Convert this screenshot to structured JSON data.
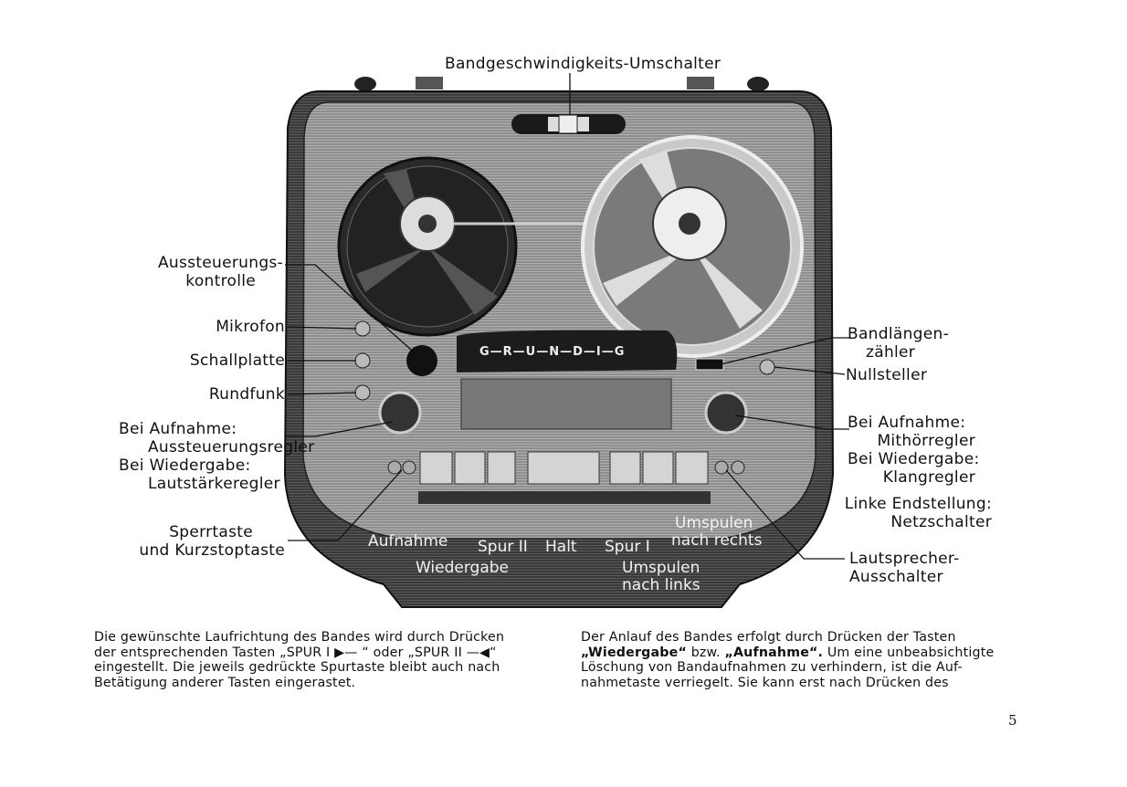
{
  "figure": {
    "brand_label": "G—R—U—N—D—I—G",
    "labels": {
      "speed_switch": "Bandgeschwindigkeits-Umschalter",
      "level_control": [
        "Aussteuerungs-",
        "kontrolle"
      ],
      "microphone": "Mikrofon",
      "record_player": "Schallplatte",
      "radio": "Rundfunk",
      "recording_volume": [
        "Bei Aufnahme:",
        "Aussteuerungsregler",
        "Bei Wiedergabe:",
        "Lautstärkeregler"
      ],
      "lock_key": [
        "Sperrtaste",
        "und Kurzstoptaste"
      ],
      "tape_counter": [
        "Bandlängen-",
        "zähler"
      ],
      "reset": "Nullsteller",
      "monitor_tone": [
        "Bei Aufnahme:",
        "Mithörregler",
        "Bei Wiedergabe:",
        "Klangregler"
      ],
      "power": [
        "Linke Endstellung:",
        "Netzschalter"
      ],
      "speaker_switch": [
        "Lautsprecher-",
        "Ausschalter"
      ]
    },
    "key_labels": {
      "record": "Aufnahme",
      "playback": "Wiedergabe",
      "track2": "Spur II",
      "stop": "Halt",
      "track1": "Spur I",
      "rewind_right": [
        "Umspulen",
        "nach rechts"
      ],
      "rewind_left": [
        "Umspulen",
        "nach links"
      ]
    }
  },
  "text": {
    "left_column": {
      "line1": "Die gewünschte Laufrichtung des Bandes wird durch Drücken",
      "line2": "der entsprechenden Tasten „SPUR I ▶︎— “ oder „SPUR II —◀“",
      "line3": "eingestellt. Die jeweils gedrückte Spurtaste bleibt auch nach",
      "line4": "Betätigung anderer Tasten eingerastet."
    },
    "right_column": {
      "line1": "Der Anlauf des Bandes erfolgt durch Drücken der Tasten",
      "line2_a": "„Wiedergabe“",
      "line2_b": " bzw. ",
      "line2_c": "„Aufnahme“.",
      "line2_d": " Um eine unbeabsichtigte",
      "line3": "Löschung von Bandaufnahmen zu verhindern, ist die Auf-",
      "line4": "nahmetaste verriegelt. Sie kann erst nach Drücken des"
    }
  },
  "page_number": "5",
  "colors": {
    "case": "#3c3c3c",
    "panel": "#9a9a9a",
    "keys": "#d4d4d4"
  }
}
